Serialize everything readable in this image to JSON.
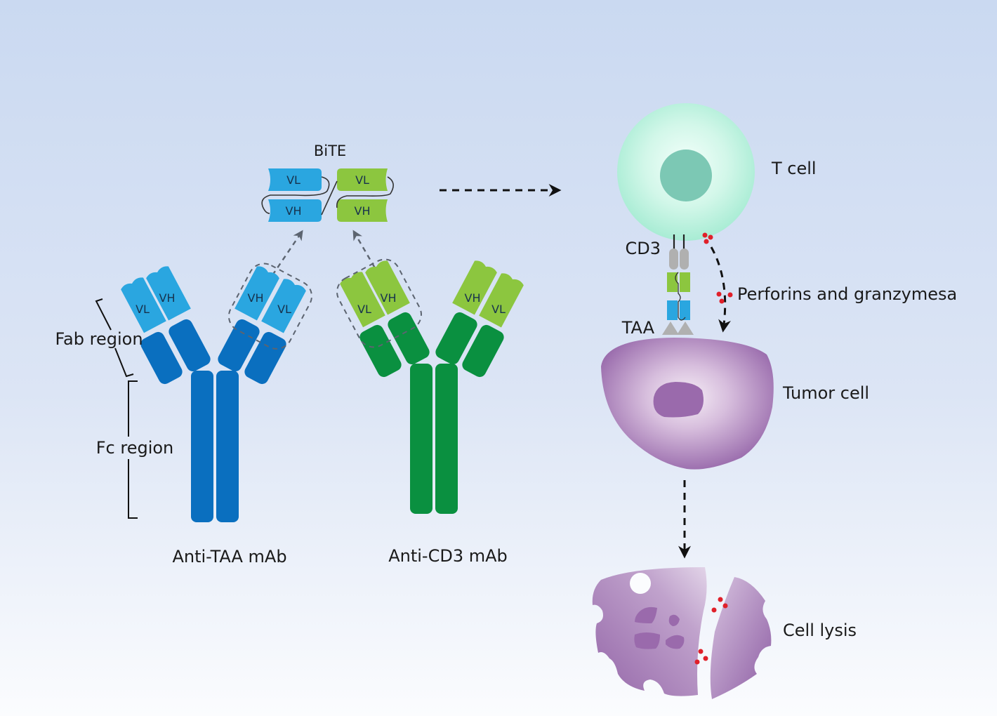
{
  "diagram": {
    "bite": {
      "title": "BiTE",
      "anti_taa_domains": {
        "vl": "VL",
        "vh": "VH"
      },
      "anti_cd3_domains": {
        "vl": "VL",
        "vh": "VH"
      }
    },
    "anti_taa_mab": {
      "label": "Anti-TAA mAb",
      "left_arm": {
        "vl": "VL",
        "vh": "VH"
      },
      "right_arm": {
        "vh": "VH",
        "vl": "VL"
      }
    },
    "anti_cd3_mab": {
      "label": "Anti-CD3 mAb",
      "left_arm": {
        "vl": "VL",
        "vh": "VH"
      },
      "right_arm": {
        "vh": "VH",
        "vl": "VL"
      }
    },
    "regions": {
      "fab": "Fab region",
      "fc": "Fc region"
    },
    "cells": {
      "t_cell": "T cell",
      "cd3": "CD3",
      "taa": "TAA",
      "perforins": "Perforins and granzymesa",
      "tumor_cell": "Tumor cell",
      "cell_lysis": "Cell lysis"
    },
    "colors": {
      "light_blue": "#2aa6e0",
      "dark_blue": "#0a6fbf",
      "light_green": "#8cc63f",
      "dark_green": "#0a9040",
      "t_cell_outer": "#b4f0dc",
      "t_cell_nucleus": "#7cc8b4",
      "tumor": "#9a6aac",
      "granule_red": "#e0202a",
      "receptor_gray": "#b0b0b0"
    }
  }
}
